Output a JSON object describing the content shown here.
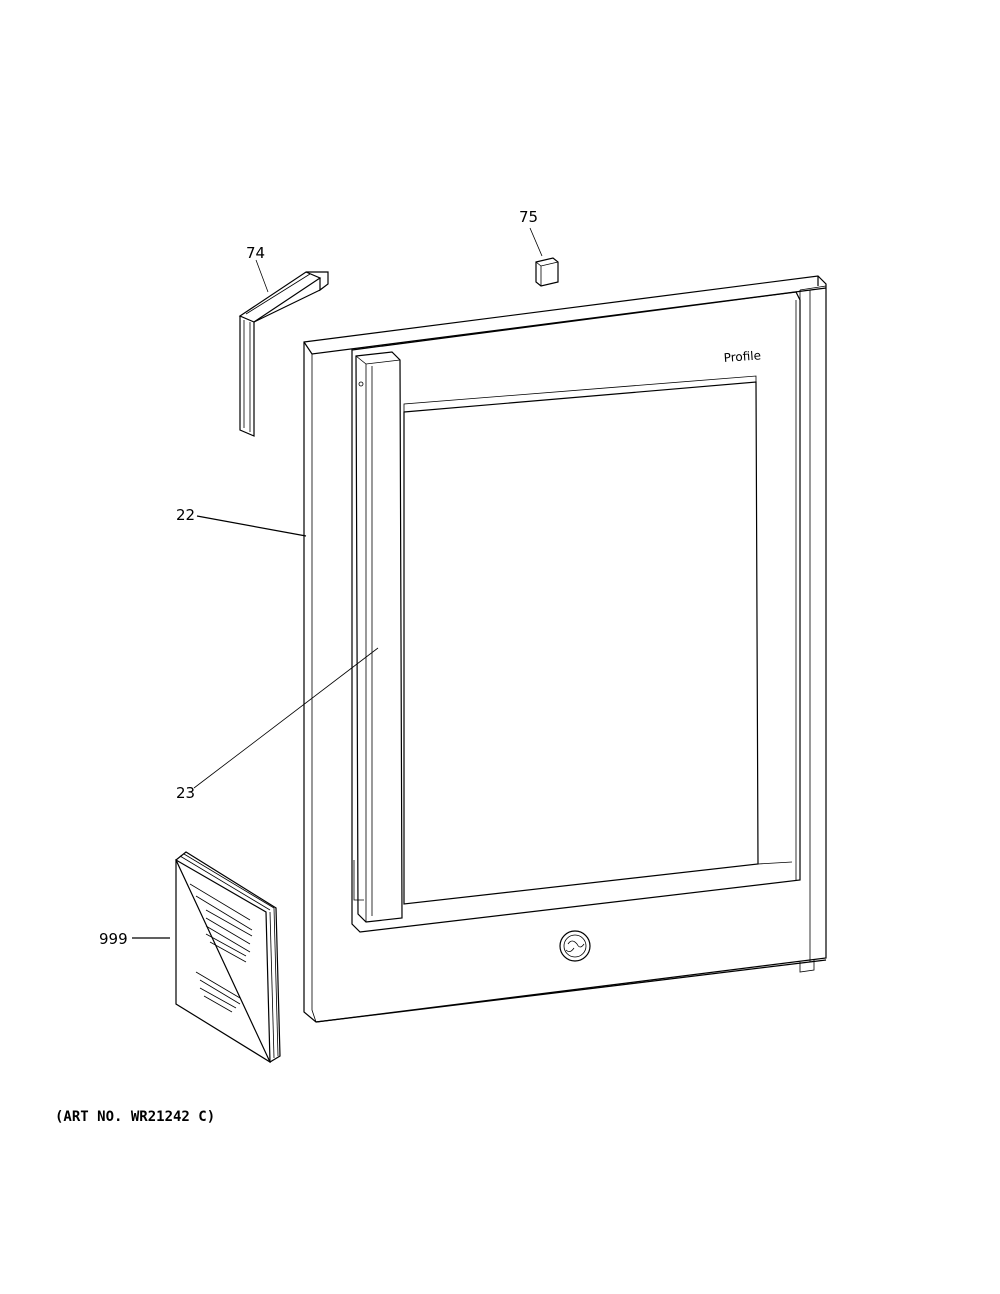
{
  "callouts": {
    "p74": "74",
    "p75": "75",
    "p22": "22",
    "p23": "23",
    "p999": "999"
  },
  "door": {
    "brand_text": "Profile"
  },
  "art_number": "(ART NO. WR21242 C)",
  "icons": {
    "logo": "ge-logo-icon",
    "manual": "manual-booklet-icon",
    "gasket": "gasket-corner-icon",
    "plug": "plug-cap-icon"
  }
}
